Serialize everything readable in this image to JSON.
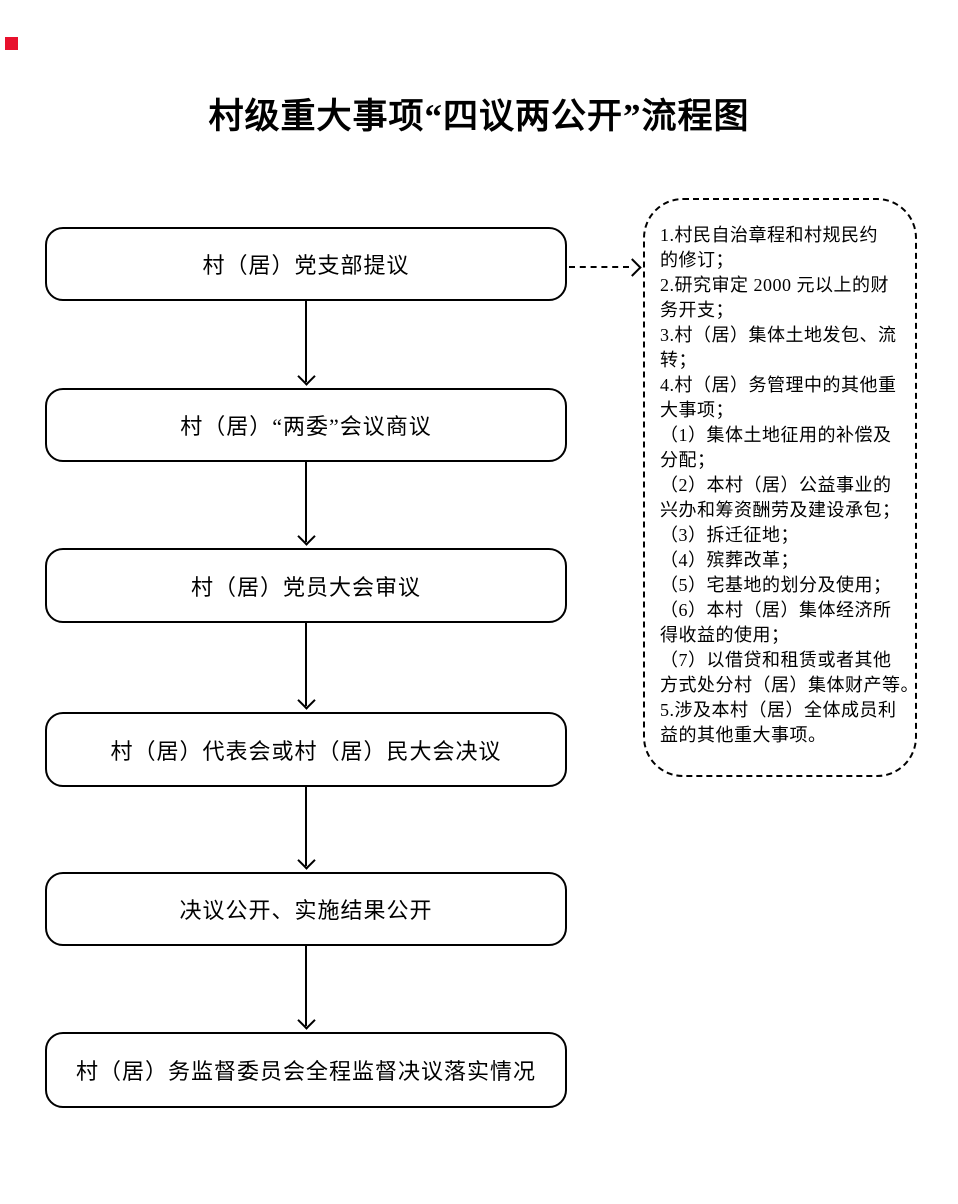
{
  "title": "村级重大事项“四议两公开”流程图",
  "flow": {
    "steps": [
      {
        "label": "村（居）党支部提议"
      },
      {
        "label": "村（居）“两委”会议商议"
      },
      {
        "label": "村（居）党员大会审议"
      },
      {
        "label": "村（居）代表会或村（居）民大会决议"
      },
      {
        "label": "决议公开、实施结果公开"
      },
      {
        "label": "村（居）务监督委员会全程监督决议落实情况"
      }
    ]
  },
  "side_panel": {
    "lines": [
      "1.村民自治章程和村规民约",
      "的修订；",
      "2.研究审定 2000 元以上的财",
      "务开支；",
      "3.村（居）集体土地发包、流",
      "转；",
      "4.村（居）务管理中的其他重",
      "大事项；",
      "（1）集体土地征用的补偿及",
      "分配；",
      "（2）本村（居）公益事业的",
      "兴办和筹资酬劳及建设承包；",
      "（3）拆迁征地；",
      "（4）殡葬改革；",
      "（5）宅基地的划分及使用；",
      "（6）本村（居）集体经济所",
      "得收益的使用；",
      "（7）以借贷和租赁或者其他",
      "方式处分村（居）集体财产等。",
      "5.涉及本村（居）全体成员利",
      "益的其他重大事项。"
    ]
  },
  "colors": {
    "line": "#000000",
    "background": "#ffffff",
    "marker_red": "#e8112d"
  }
}
